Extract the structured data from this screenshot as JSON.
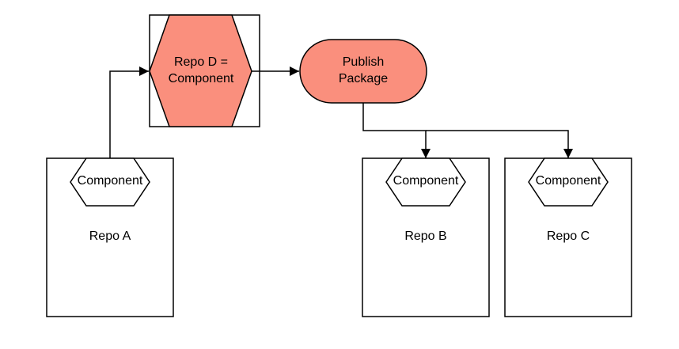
{
  "colors": {
    "accent_fill": "#fa8f7d",
    "stroke": "#000000",
    "background": "#ffffff"
  },
  "repo_d": {
    "line1": "Repo D =",
    "line2": "Component"
  },
  "publish": {
    "line1": "Publish",
    "line2": "Package"
  },
  "repo_a": {
    "label": "Repo A",
    "component_label": "Component"
  },
  "repo_b": {
    "label": "Repo B",
    "component_label": "Component"
  },
  "repo_c": {
    "label": "Repo C",
    "component_label": "Component"
  }
}
